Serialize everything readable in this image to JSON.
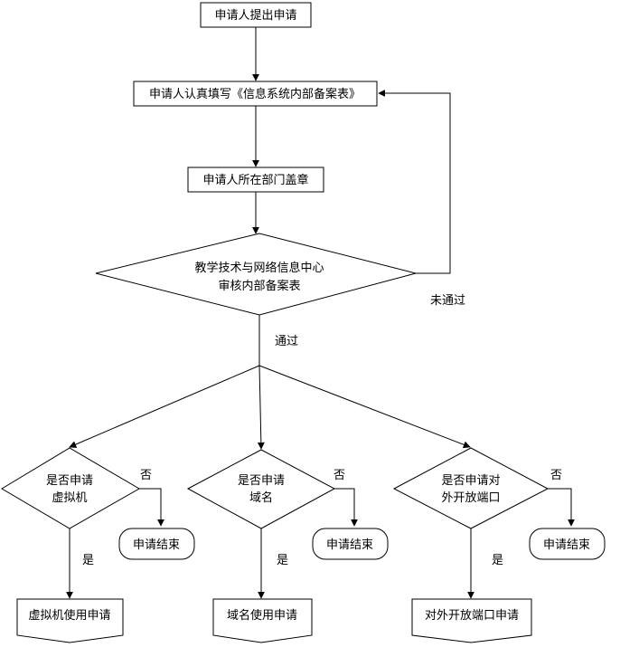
{
  "nodes": {
    "apply": "申请人提出申请",
    "fill_form": "申请人认真填写《信息系统内部备案表》",
    "dept_stamp": "申请人所在部门盖章",
    "review_line1": "教学技术与网络信息中心",
    "review_line2": "审核内部备案表",
    "vm_q_line1": "是否申请",
    "vm_q_line2": "虚拟机",
    "domain_q_line1": "是否申请",
    "domain_q_line2": "域名",
    "port_q_line1": "是否申请对",
    "port_q_line2": "外开放端口",
    "vm_end": "申请结束",
    "domain_end": "申请结束",
    "port_end": "申请结束",
    "vm_apply": "虚拟机使用申请",
    "domain_apply": "域名使用申请",
    "port_apply": "对外开放端口申请"
  },
  "edge_labels": {
    "not_passed": "未通过",
    "passed": "通过",
    "vm_no": "否",
    "domain_no": "否",
    "port_no": "否",
    "vm_yes": "是",
    "domain_yes": "是",
    "port_yes": "是"
  }
}
